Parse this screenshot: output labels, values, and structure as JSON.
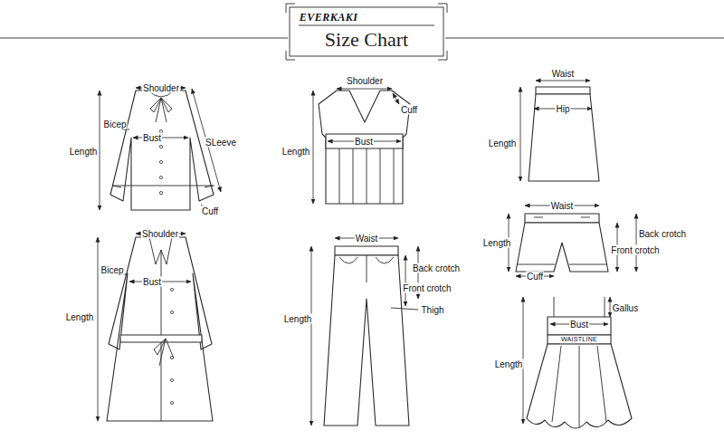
{
  "diagram": {
    "title": "Size Chart",
    "labels": [
      "EVERKAKI",
      "Shoulder",
      "Bicep",
      "Bust",
      "SLeeve",
      "Length",
      "Cuff",
      "Shoulder",
      "Cuff",
      "Bust",
      "Length",
      "Waist",
      "Hip",
      "Length",
      "Shoulder",
      "Bicep",
      "Bust",
      "Length",
      "Waist",
      "Back crotch",
      "Front crotch",
      "Thigh",
      "Length",
      "Waist",
      "Length",
      "Back crotch",
      "Front crotch",
      "Cuff",
      "Gallus",
      "Bust",
      "WAISTLINE",
      "Length"
    ]
  }
}
